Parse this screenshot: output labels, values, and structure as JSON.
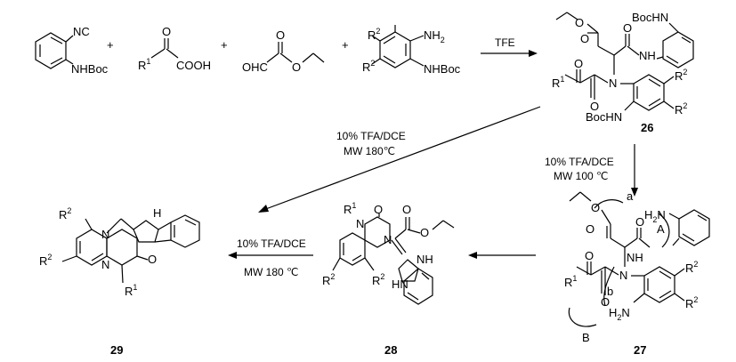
{
  "reactants": {
    "isocyanide": {
      "group1": "NC",
      "group2": "NHBoc"
    },
    "plus1": "+",
    "ketoacid": {
      "r1": "R",
      "r1_sup": "1",
      "acid": "COOH"
    },
    "plus2": "+",
    "glyoxylate": {
      "aldehyde": "OHC"
    },
    "plus3": "+",
    "diamine": {
      "r2_top": "R",
      "r2_bot": "R",
      "sup": "2",
      "amine": "NH",
      "amine_sub": "2",
      "carbamate": "NHBoc"
    }
  },
  "conditions": {
    "step1": "TFE",
    "step_direct": [
      "10% TFA/DCE",
      "MW 180℃"
    ],
    "step_down": [
      "10% TFA/DCE",
      "MW 100 ℃"
    ],
    "step_final": [
      "10% TFA/DCE",
      "MW 180 ℃"
    ]
  },
  "compound_26": {
    "label": "26",
    "o_labels": [
      "O",
      "O",
      "O",
      "O"
    ],
    "bochn_top": "BocHN",
    "bochn_bottom": "BocHN",
    "nh": "NH",
    "n": "N",
    "r1": "R",
    "r1_sup": "1",
    "r2": "R",
    "r2_sup": "2"
  },
  "compound_27": {
    "label": "27",
    "h2n_top": "H",
    "h2n_top_sub": "2",
    "h2n_top_n": "N",
    "h2n_bottom": "H",
    "h2n_bottom_sub": "2",
    "h2n_bottom_n": "N",
    "nh": "NH",
    "n": "N",
    "o": "O",
    "r1": "R",
    "r1_sup": "1",
    "r2": "R",
    "r2_sup": "2",
    "path_a": "a",
    "path_b": "b",
    "path_A": "A",
    "path_B": "B"
  },
  "compound_28": {
    "label": "28",
    "n": "N",
    "nh1": "NH",
    "nh2": "HN",
    "o": "O",
    "r1": "R",
    "r1_sup": "1",
    "r2": "R",
    "r2_sup": "2"
  },
  "compound_29": {
    "label": "29",
    "n": "N",
    "o": "O",
    "nh": "H",
    "r1": "R",
    "r1_sup": "1",
    "r2": "R",
    "r2_sup": "2"
  }
}
